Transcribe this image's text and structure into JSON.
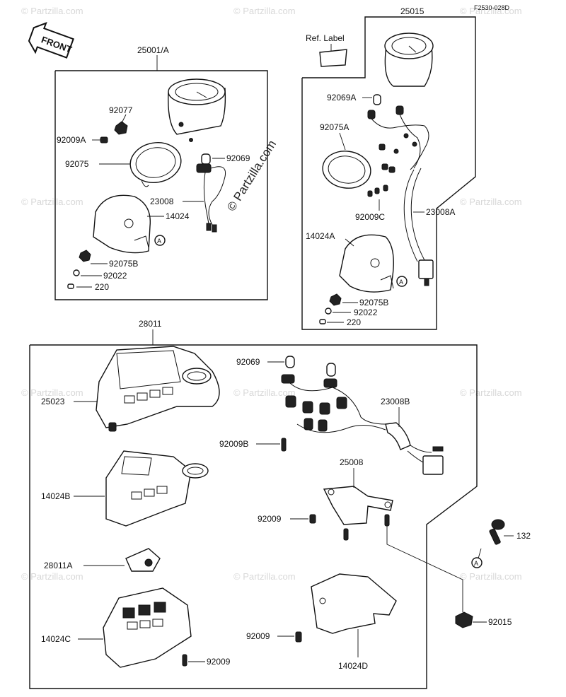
{
  "diagram": {
    "ref_code": "F2530-028D",
    "front_label": "FRONT",
    "ref_label": "Ref. Label",
    "watermark": "© Partzilla.com",
    "parts": {
      "p25001A": "25001/A",
      "p92077": "92077",
      "p92009A": "92009A",
      "p92069_a": "92069",
      "p92075": "92075",
      "p23008": "23008",
      "p14024": "14024",
      "p92075B_a": "92075B",
      "p92022_a": "92022",
      "p220_a": "220",
      "p25015": "25015",
      "p92069A": "92069A",
      "p92075A": "92075A",
      "p92009C": "92009C",
      "p23008A": "23008A",
      "p14024A": "14024A",
      "p92075B_b": "92075B",
      "p92022_b": "92022",
      "p220_b": "220",
      "p28011": "28011",
      "p92069_b": "92069",
      "p25023": "25023",
      "p23008B": "23008B",
      "p92009B": "92009B",
      "p25008": "25008",
      "p14024B": "14024B",
      "p92009_a": "92009",
      "p132": "132",
      "p28011A": "28011A",
      "p14024C": "14024C",
      "p92009_b": "92009",
      "p92015": "92015",
      "p92009_c": "92009",
      "p14024D": "14024D"
    },
    "callout": "A"
  }
}
